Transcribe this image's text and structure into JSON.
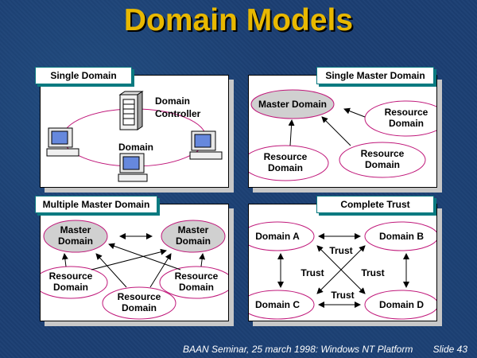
{
  "title": "Domain Models",
  "panels": {
    "single_domain": {
      "label": "Single Domain",
      "controller_label_1": "Domain",
      "controller_label_2": "Controller",
      "domain_label": "Domain"
    },
    "single_master": {
      "label": "Single Master Domain",
      "master": "Master Domain",
      "resource_1": "Resource",
      "resource_2": "Domain"
    },
    "multiple_master": {
      "label": "Multiple Master  Domain",
      "master_1": "Master",
      "master_2": "Domain",
      "resource_1": "Resource",
      "resource_2": "Domain"
    },
    "complete_trust": {
      "label": "Complete Trust",
      "domain_a": "Domain A",
      "domain_b": "Domain B",
      "domain_c": "Domain C",
      "domain_d": "Domain D",
      "trust": "Trust"
    }
  },
  "colors": {
    "title": "#e8b800",
    "ellipse_border": "#c0187a",
    "master_fill": "#d0d0d0",
    "tag_border": "#0a7a80"
  },
  "footer": {
    "text": "BAAN Seminar, 25 march 1998: Windows NT Platform",
    "slide": "Slide 43"
  }
}
